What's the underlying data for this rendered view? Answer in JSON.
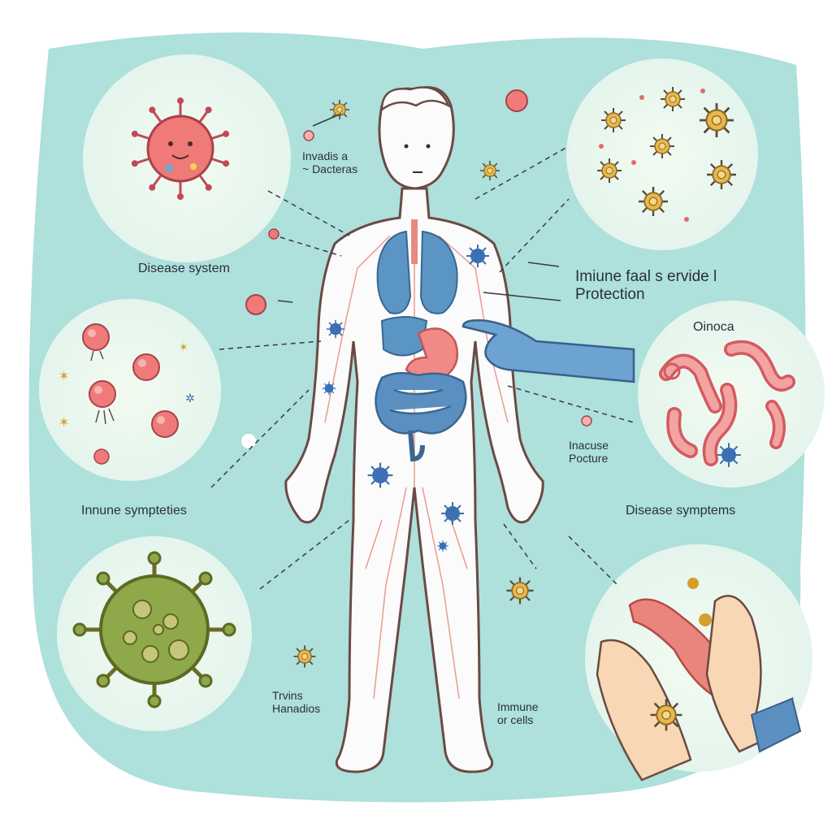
{
  "labels": {
    "top_center_1": "Invadis a",
    "top_center_2": "~ Dacteras",
    "disease_system": "Disease system",
    "immune_fail_1": "Imiune faal s ervide l",
    "immune_fail_2": "Protection",
    "oinoca": "Oinoca",
    "inacuse_1": "Inacuse",
    "inacuse_2": "Pocture",
    "immune_symptoms": "Innune sympteties",
    "disease_symptoms": "Disease symptems",
    "trvins_1": "Trvins",
    "trvins_2": "Hanadios",
    "immune_cells_1": "Immune",
    "immune_cells_2": "or cells"
  },
  "colors": {
    "background_blob": "#aee0dc",
    "circle_fill": "#eef8ef",
    "skin": "#fbfbfb",
    "outline": "#6b4a44",
    "vessel": "#e98a7e",
    "lung": "#5b95c4",
    "stomach": "#f08a86",
    "intestine": "#4f84b8",
    "virus_red": "#f07a78",
    "virus_green": "#8fa84a",
    "germ_yellow": "#e9b74b",
    "hand_blue": "#6da3d1"
  },
  "icons": [
    "virus-icon",
    "bacteria-icon",
    "immune-cell-icon",
    "hand-icon"
  ]
}
